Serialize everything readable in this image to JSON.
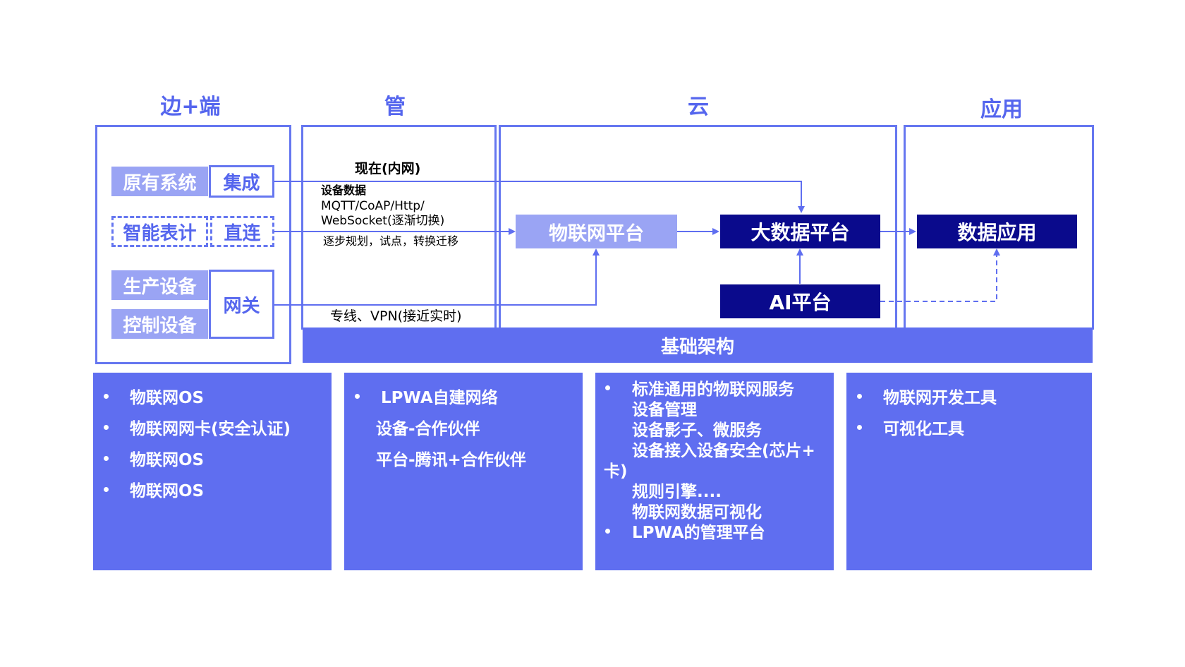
{
  "columns": {
    "edge": "边+端",
    "pipe": "管",
    "cloud": "云",
    "app": "应用"
  },
  "edge_items": {
    "legacy": "原有系统",
    "integrate": "集成",
    "smart_meter": "智能表计",
    "direct": "直连",
    "production": "生产设备",
    "control": "控制设备",
    "gateway": "网关"
  },
  "pipe_labels": {
    "now": "现在(内网)",
    "device_data": "设备数据",
    "protocols": "MQTT/CoAP/Http/",
    "websocket": "WebSocket(逐渐切换)",
    "migration": "逐步规划，试点，转换迁移",
    "dedicated": "专线、VPN(接近实时)"
  },
  "cloud_items": {
    "iot_platform": "物联网平台",
    "bigdata_platform": "大数据平台",
    "ai_platform": "AI平台"
  },
  "app_items": {
    "data_app": "数据应用"
  },
  "infrastructure": "基础架构",
  "panels": {
    "edge": [
      "物联网OS",
      "物联网网卡(安全认证)",
      "物联网OS",
      "物联网OS"
    ],
    "pipe": {
      "bullet": "LPWA自建网络",
      "lines": [
        "设备-合作伙伴",
        "平台-腾讯+合作伙伴"
      ]
    },
    "cloud": {
      "bullet1": "标准通用的物联网服务",
      "lines": [
        "设备管理",
        "设备影子、微服务",
        "设备接入设备安全(芯片+"
      ],
      "wrap": "卡)",
      "lines2": [
        "规则引擎....",
        "物联网数据可视化"
      ],
      "bullet2": "LPWA的管理平台"
    },
    "app": [
      "物联网开发工具",
      "可视化工具"
    ]
  },
  "colors": {
    "accent": "#5f6ef0",
    "frame": "#6677f0",
    "light_block": "#9aa4f4",
    "dark_block": "#0a0a8c"
  }
}
